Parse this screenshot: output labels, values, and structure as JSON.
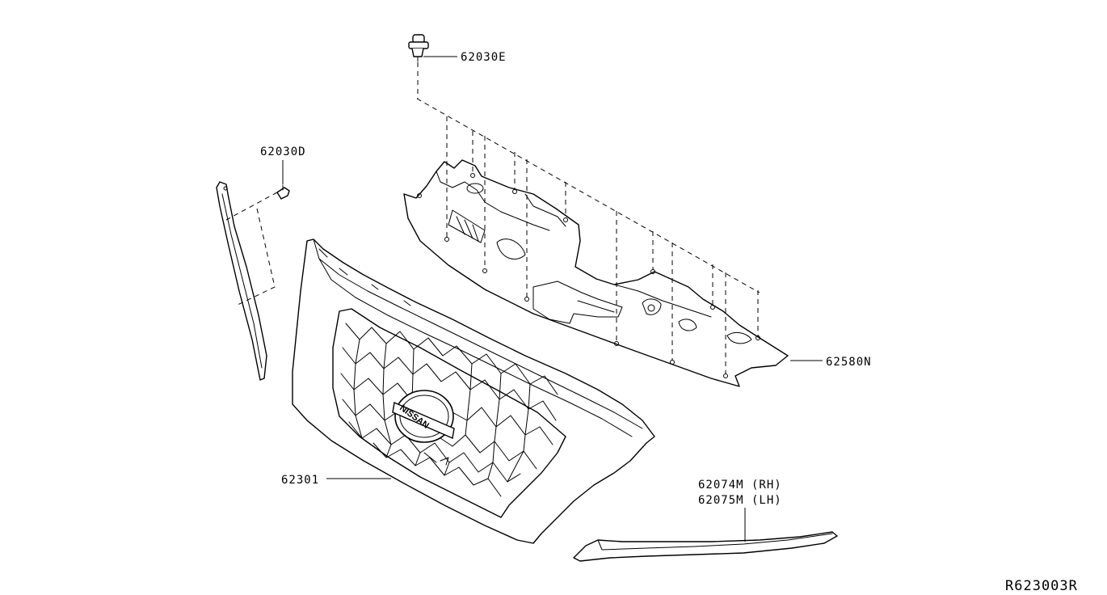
{
  "diagram": {
    "reference_code": "R623003R",
    "parts": [
      {
        "id": "p1",
        "number": "62030E"
      },
      {
        "id": "p2",
        "number": "62030D"
      },
      {
        "id": "p3",
        "number": "62580N"
      },
      {
        "id": "p4",
        "number": "62301"
      },
      {
        "id": "p5",
        "number": "62074M (RH)"
      },
      {
        "id": "p6",
        "number": "62075M (LH)"
      }
    ],
    "emblem_text": "NISSAN"
  }
}
